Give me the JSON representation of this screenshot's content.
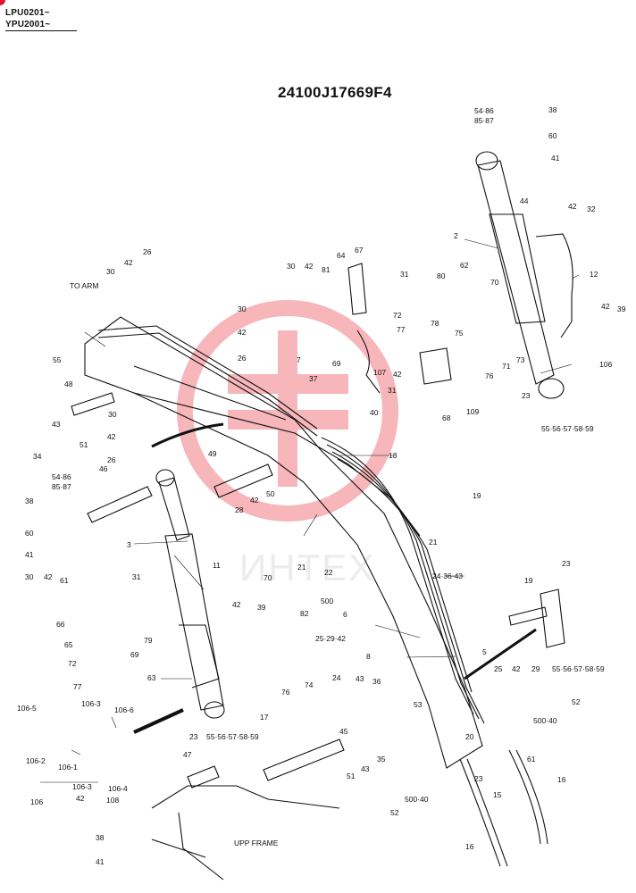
{
  "header": {
    "serial_1": "LPU0201~",
    "serial_2": "YPU2001~",
    "part_number": "24100J17669F4"
  },
  "watermark": {
    "text": "ИНТЕХ",
    "color": "#e8323c"
  },
  "diagram": {
    "frame_labels": {
      "to_arm": "TO ARM",
      "upp_frame": "UPP FRAME"
    },
    "callouts": {
      "c_54_86_top": "54·86",
      "c_85_87_top": "85·87",
      "c_38_top": "38",
      "c_60_top": "60",
      "c_41_top": "41",
      "c_44": "44",
      "c_42_cyl": "42",
      "c_32": "32",
      "c_2": "2",
      "c_12": "12",
      "c_42_r": "42",
      "c_39_r": "39",
      "c_106_r": "106",
      "c_73": "73",
      "c_71": "71",
      "c_76_r": "76",
      "c_23_r": "23",
      "c_55_r": "55·56·57·58·59",
      "c_109": "109",
      "c_68": "68",
      "c_70_top": "70",
      "c_62": "62",
      "c_80": "80",
      "c_31_top": "31",
      "c_67": "67",
      "c_64": "64",
      "c_81": "81",
      "c_42_t": "42",
      "c_30_t": "30",
      "c_72": "72",
      "c_77": "77",
      "c_78": "78",
      "c_75": "75",
      "c_79_blank": "",
      "c_107": "107",
      "c_31_m": "31",
      "c_42_m": "42",
      "c_69_top": "69",
      "c_26_top": "26",
      "c_42_tl": "42",
      "c_30_tl": "30",
      "c_30_ml": "30",
      "c_42_ml": "42",
      "c_26_ml": "26",
      "c_7": "7",
      "c_37": "37",
      "c_40": "40",
      "c_55_left": "55",
      "c_48": "48",
      "c_43_l": "43",
      "c_51_l": "51",
      "c_34": "34",
      "c_30_l2": "30",
      "c_42_l2": "42",
      "c_26_l2": "26",
      "c_54_86_l": "54·86",
      "c_85_87_l": "85·87",
      "c_46": "46",
      "c_49": "49",
      "c_18": "18",
      "c_38_l": "38",
      "c_60_l": "60",
      "c_41_l": "41",
      "c_3": "3",
      "c_50": "50",
      "c_42_mid": "42",
      "c_28": "28",
      "c_19_m": "19",
      "c_21_m": "21",
      "c_21_b": "21",
      "c_22": "22",
      "c_500": "500",
      "c_6": "6",
      "c_24_36_43": "24·36·43",
      "c_25_29_42": "25·29·42",
      "c_8": "8",
      "c_5": "5",
      "c_19_r": "19",
      "c_23_rr": "23",
      "c_25_r2": "25",
      "c_42_r2": "42",
      "c_29_r2": "29",
      "c_55_r2": "55·56·57·58·59",
      "c_52_r": "52",
      "c_500_40_r": "500·40",
      "c_53": "53",
      "c_20": "20",
      "c_61_r": "61",
      "c_23_b": "23",
      "c_15": "15",
      "c_16_r": "16",
      "c_16_b": "16",
      "c_500_40_b": "500·40",
      "c_52_b": "52",
      "c_45": "45",
      "c_51_b": "51",
      "c_43_b": "43",
      "c_35": "35",
      "c_24_b": "24",
      "c_43_b2": "43",
      "c_36_b": "36",
      "c_47": "47",
      "c_38_b": "38",
      "c_41_b": "41",
      "c_30_l3": "30",
      "c_42_l3": "42",
      "c_61_l": "61",
      "c_66": "66",
      "c_65": "65",
      "c_72_l": "72",
      "c_77_l": "77",
      "c_69_l": "69",
      "c_63": "63",
      "c_23_l": "23",
      "c_55_l": "55·56·57·58·59",
      "c_17": "17",
      "c_76_l": "76",
      "c_74": "74",
      "c_82": "82",
      "c_70_l": "70",
      "c_42_l4": "42",
      "c_39_l": "39",
      "c_79": "79",
      "c_31_l": "31",
      "c_11": "11",
      "c_106_5": "106-5",
      "c_106_3a": "106-3",
      "c_106_6": "106-6",
      "c_106_2": "106-2",
      "c_106_1": "106-1",
      "c_106_3b": "106-3",
      "c_106_4": "106-4",
      "c_42_bb": "42",
      "c_108": "108",
      "c_106_b": "106"
    }
  }
}
